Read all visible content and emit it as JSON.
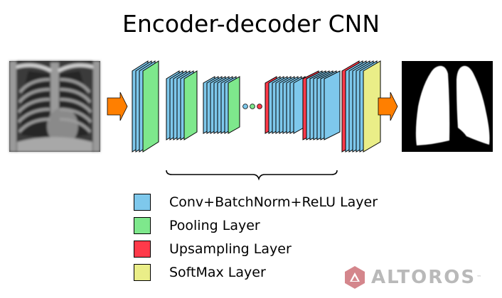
{
  "title": "Encoder-decoder CNN",
  "input_image": "chest x-ray",
  "output_image": "lung segmentation mask",
  "legend": [
    {
      "label": "Conv+BatchNorm+ReLU Layer",
      "color": "#7ec8ec"
    },
    {
      "label": "Pooling Layer",
      "color": "#7ee88c"
    },
    {
      "label": "Upsampling Layer",
      "color": "#ff3a4a"
    },
    {
      "label": "SoftMax Layer",
      "color": "#eaee88"
    }
  ],
  "arrow_color": "#ff7f00",
  "ellipsis_dots": [
    "#7ec8ec",
    "#7ee88c",
    "#ff3a4a"
  ],
  "logo": {
    "text": "ALTOROS",
    "mark": "™",
    "color": "#d4868c"
  }
}
